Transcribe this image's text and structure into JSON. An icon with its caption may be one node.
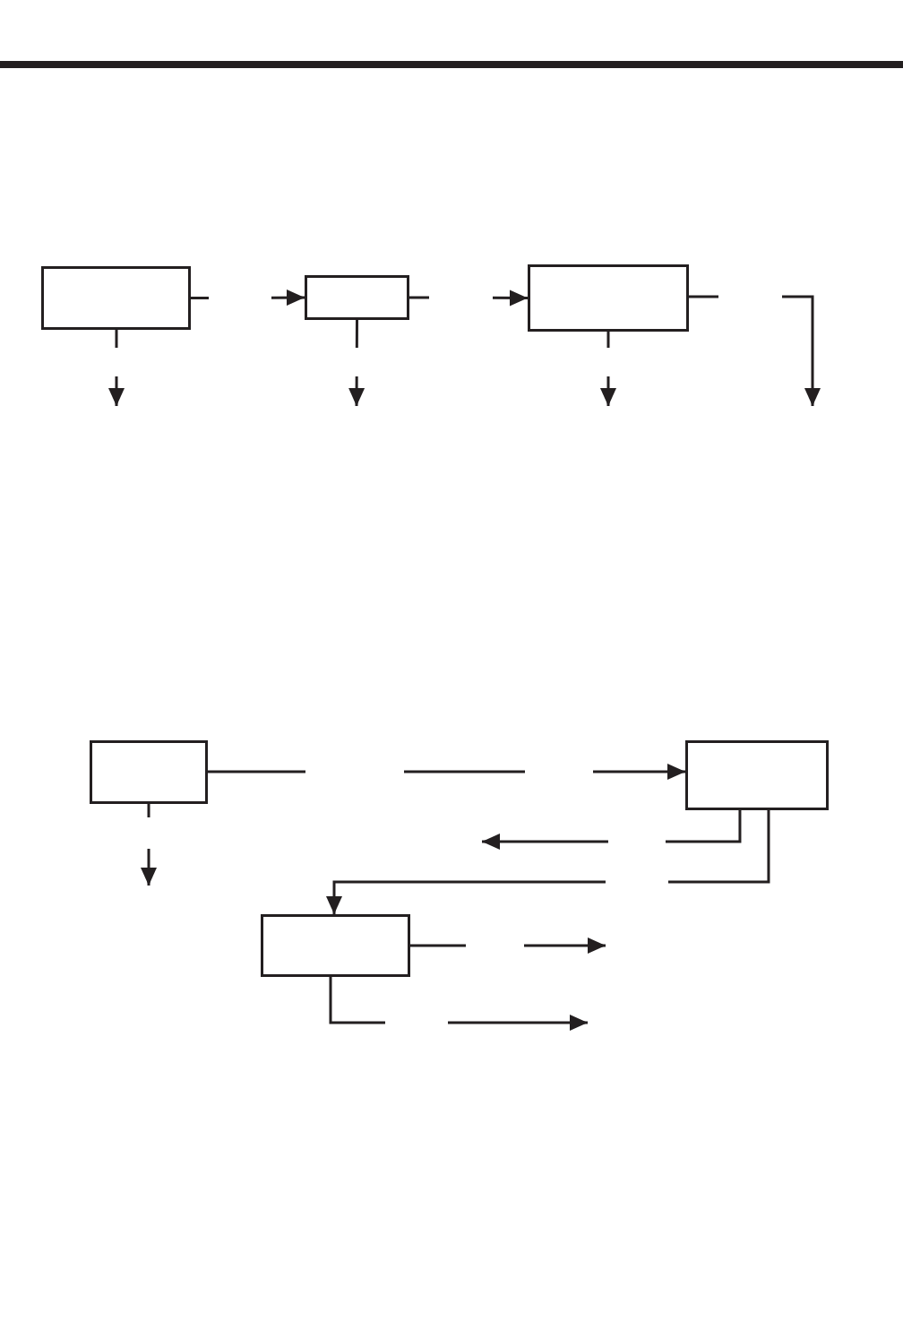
{
  "diagram": {
    "nodes": [
      {
        "text": [],
        "shape": "box"
      },
      {
        "text": [],
        "shape": "box"
      },
      {
        "text": [],
        "shape": "box"
      },
      {
        "text": [],
        "shape": "box"
      },
      {
        "text": [],
        "shape": "box"
      },
      {
        "text": [],
        "shape": "box"
      }
    ],
    "edges": [
      {
        "from": 0,
        "to": 1,
        "arrow": "to"
      },
      {
        "from": 1,
        "to": 2,
        "arrow": "to"
      },
      {
        "from": 2,
        "to": null,
        "arrow": "to"
      },
      {
        "from": 0,
        "to": null,
        "arrow": "to"
      },
      {
        "from": 1,
        "to": null,
        "arrow": "to"
      },
      {
        "from": 2,
        "to": null,
        "arrow": "to"
      },
      {
        "from": 3,
        "to": 4,
        "arrow": "to"
      },
      {
        "from": 3,
        "to": null,
        "arrow": "to"
      },
      {
        "from": 4,
        "to": null,
        "arrow": "to"
      },
      {
        "from": 4,
        "to": 5,
        "arrow": "to"
      },
      {
        "from": 5,
        "to": null,
        "arrow": "to"
      },
      {
        "from": 5,
        "to": null,
        "arrow": "to"
      }
    ]
  }
}
